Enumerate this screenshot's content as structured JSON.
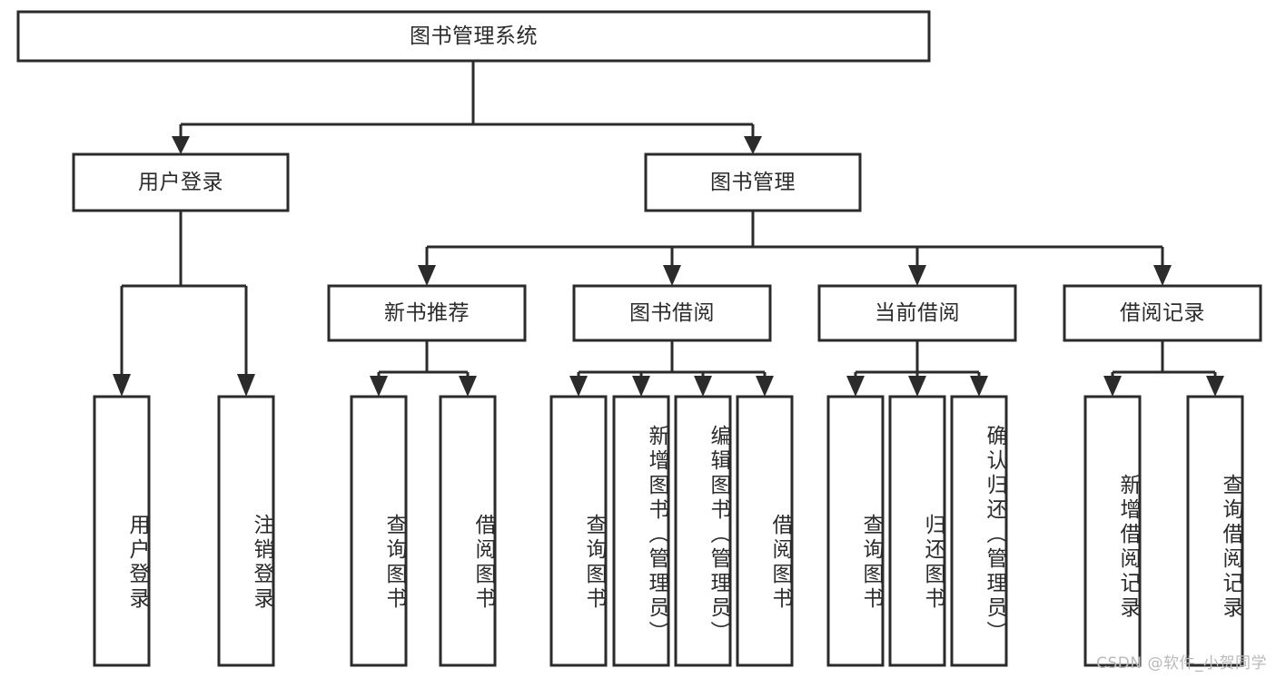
{
  "diagram": {
    "title": "图书管理系统",
    "type": "hierarchy-tree",
    "watermark": "CSDN @软件_小贺同学",
    "colors": {
      "stroke": "#2b2b2b",
      "fill": "#ffffff",
      "background": "#ffffff",
      "watermark": "#b9b9b9"
    },
    "root": {
      "label": "图书管理系统"
    },
    "level2": [
      {
        "label": "用户登录"
      },
      {
        "label": "图书管理"
      }
    ],
    "level3": [
      {
        "label": "新书推荐"
      },
      {
        "label": "图书借阅"
      },
      {
        "label": "当前借阅"
      },
      {
        "label": "借阅记录"
      }
    ],
    "leaves": {
      "user_login": [
        {
          "label": "用户登录"
        },
        {
          "label": "注销登录"
        }
      ],
      "new_book_recommend": [
        {
          "label": "查询图书"
        },
        {
          "label": "借阅图书"
        }
      ],
      "book_borrow": [
        {
          "label": "查询图书"
        },
        {
          "label": "新增图书（管理员）"
        },
        {
          "label": "编辑图书（管理员）"
        },
        {
          "label": "借阅图书"
        }
      ],
      "current_borrow": [
        {
          "label": "查询图书"
        },
        {
          "label": "归还图书"
        },
        {
          "label": "确认归还（管理员）"
        }
      ],
      "borrow_record": [
        {
          "label": "新增借阅记录"
        },
        {
          "label": "查询借阅记录"
        }
      ]
    }
  }
}
